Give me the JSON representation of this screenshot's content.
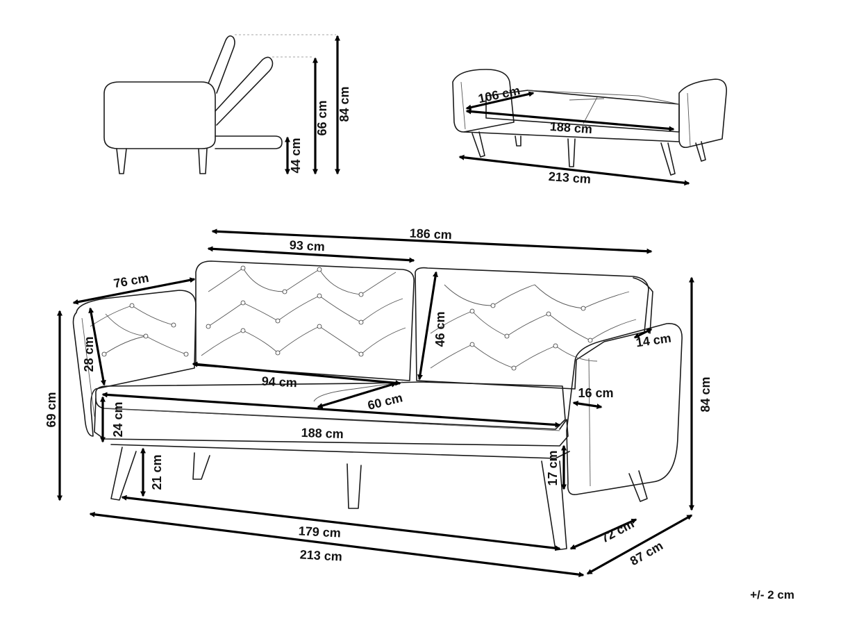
{
  "side_view": {
    "dimensions": [
      "84 cm",
      "66 cm",
      "44 cm"
    ]
  },
  "flat_view": {
    "dimensions": [
      "106 cm",
      "188 cm",
      "213 cm"
    ]
  },
  "main_view": {
    "dimensions": {
      "total_width_top": "186 cm",
      "back_section": "93 cm",
      "arm_depth": "76 cm",
      "arm_height": "28 cm",
      "back_height": "46 cm",
      "arm_thickness": "14 cm",
      "seat_width": "94 cm",
      "seat_depth": "60 cm",
      "inner_arm": "16 cm",
      "seat_thickness": "24 cm",
      "seat_length": "188 cm",
      "total_height_left": "69 cm",
      "total_height_right": "84 cm",
      "leg_height_left": "21 cm",
      "leg_height_right": "17 cm",
      "base_width": "179 cm",
      "total_width": "213 cm",
      "base_depth": "72 cm",
      "total_depth": "87 cm"
    }
  },
  "tolerance": "+/- 2 cm"
}
